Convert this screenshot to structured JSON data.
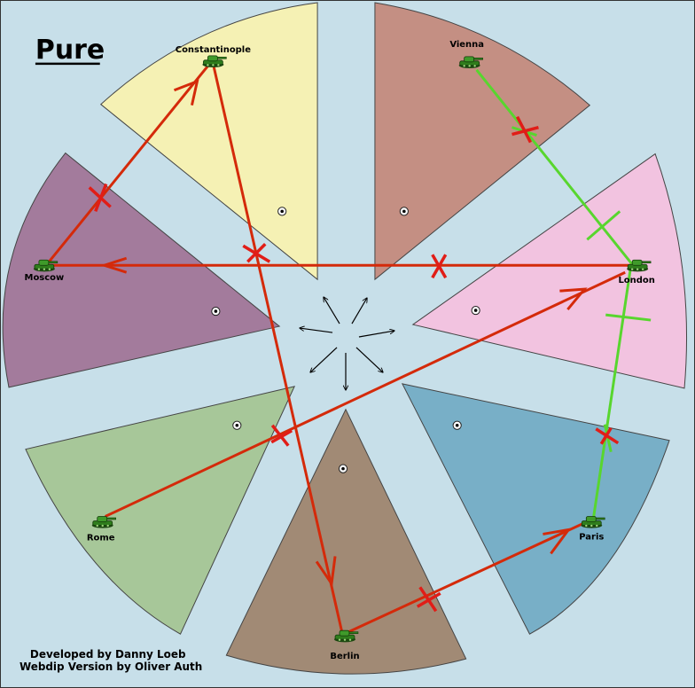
{
  "map": {
    "title": "Pure",
    "background_color": "#c7dfe9",
    "credits": {
      "line1": "Developed by Danny Loeb",
      "line2": "Webdip Version by Oliver Auth"
    },
    "territories": [
      {
        "name": "Constantinople",
        "color": "#f5f1b4"
      },
      {
        "name": "Vienna",
        "color": "#c48f83"
      },
      {
        "name": "London",
        "color": "#f2c3e0"
      },
      {
        "name": "Paris",
        "color": "#78afc7"
      },
      {
        "name": "Berlin",
        "color": "#a18a75"
      },
      {
        "name": "Rome",
        "color": "#a7c799"
      },
      {
        "name": "Moscow",
        "color": "#a37b9c"
      }
    ],
    "units": [
      {
        "territory": "Constantinople",
        "type": "army",
        "icon": "tank-icon"
      },
      {
        "territory": "Vienna",
        "type": "army",
        "icon": "tank-icon"
      },
      {
        "territory": "London",
        "type": "army",
        "icon": "tank-icon"
      },
      {
        "territory": "Paris",
        "type": "army",
        "icon": "tank-icon"
      },
      {
        "territory": "Berlin",
        "type": "army",
        "icon": "tank-icon"
      },
      {
        "territory": "Rome",
        "type": "army",
        "icon": "tank-icon"
      },
      {
        "territory": "Moscow",
        "type": "army",
        "icon": "tank-icon"
      }
    ],
    "orders": [
      {
        "from": "Moscow",
        "to": "Constantinople",
        "type": "move",
        "color": "#d42a0a",
        "status": "failed"
      },
      {
        "from": "Constantinople",
        "to": "Berlin",
        "type": "move",
        "color": "#d42a0a",
        "status": "failed"
      },
      {
        "from": "London",
        "to": "Moscow",
        "type": "move",
        "color": "#d42a0a",
        "status": "failed"
      },
      {
        "from": "Rome",
        "to": "London",
        "type": "move",
        "color": "#d42a0a",
        "status": "failed"
      },
      {
        "from": "Berlin",
        "to": "Paris",
        "type": "move",
        "color": "#d42a0a",
        "status": "failed"
      },
      {
        "from": "Vienna",
        "to": "London",
        "type": "support",
        "color": "#58d62e",
        "status": "cut"
      },
      {
        "from": "Paris",
        "to": "London",
        "type": "support",
        "color": "#58d62e",
        "status": "cut"
      }
    ],
    "center_icon": "scatter-arrows-icon",
    "supply_center_icon": "supply-center-icon"
  }
}
